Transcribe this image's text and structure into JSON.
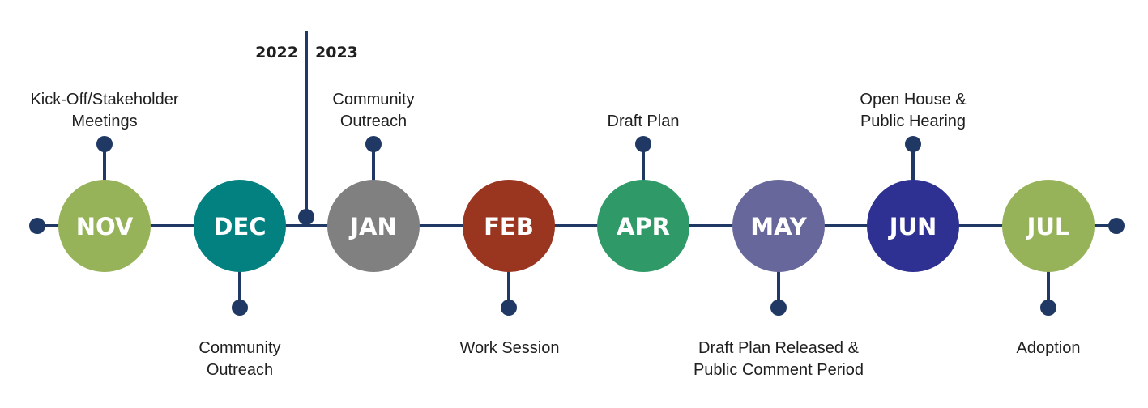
{
  "colors": {
    "line": "#1f3864",
    "nov": "#97b35a",
    "dec": "#038080",
    "jan": "#808080",
    "feb": "#9a3620",
    "apr": "#2f9a68",
    "may": "#67679b",
    "jun": "#2e3092",
    "jul": "#97b35a"
  },
  "years": {
    "left": "2022",
    "right": "2023"
  },
  "months": [
    {
      "label": "NOV"
    },
    {
      "label": "DEC"
    },
    {
      "label": "JAN"
    },
    {
      "label": "FEB"
    },
    {
      "label": "APR"
    },
    {
      "label": "MAY"
    },
    {
      "label": "JUN"
    },
    {
      "label": "JUL"
    }
  ],
  "events": [
    {
      "line1": "Kick-Off/Stakeholder",
      "line2": "Meetings"
    },
    {
      "line1": "Community",
      "line2": "Outreach"
    },
    {
      "line1": "Community",
      "line2": "Outreach"
    },
    {
      "line1": "Work Session",
      "line2": ""
    },
    {
      "line1": "Draft Plan",
      "line2": ""
    },
    {
      "line1": "Draft Plan Released &",
      "line2": "Public Comment Period"
    },
    {
      "line1": "Open House &",
      "line2": "Public Hearing"
    },
    {
      "line1": "Adoption",
      "line2": ""
    }
  ]
}
